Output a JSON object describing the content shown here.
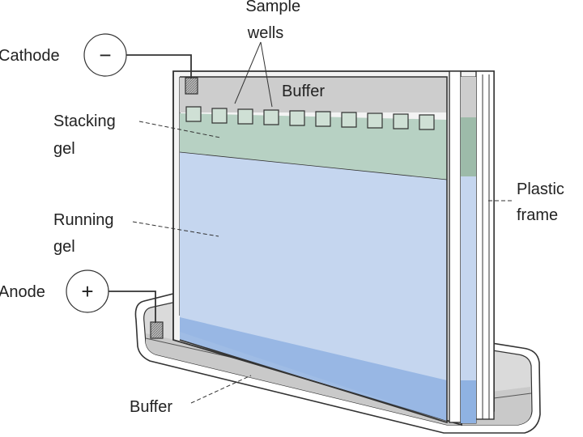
{
  "labels": {
    "sample_wells": [
      "Sample",
      "wells"
    ],
    "cathode": "Cathode",
    "cathode_sign": "−",
    "buffer_top": "Buffer",
    "stacking_gel": [
      "Stacking",
      "gel"
    ],
    "running_gel": [
      "Running",
      "gel"
    ],
    "plastic_frame": [
      "Plastic",
      "frame"
    ],
    "anode": "Anode",
    "anode_sign": "+",
    "buffer_bottom": "Buffer"
  },
  "colors": {
    "buffer": "#cdcdcd",
    "stacking_gel": "#b7d1c3",
    "running_gel": "#c5d6ef",
    "running_gel_deep": "#8fb2e2",
    "frame_stroke": "#333333",
    "glass": "#f4f4f4",
    "tray": "#d9d9d9",
    "electrode": "#9a9a9a"
  }
}
